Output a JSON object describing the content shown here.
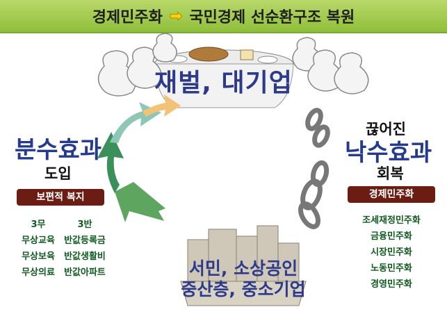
{
  "banner": {
    "left": "경제민주화",
    "right": "국민경제 선순환구조 복원",
    "arrow_icon": "right-arrow-icon"
  },
  "top": {
    "title": "재벌, 대기업"
  },
  "left": {
    "title": "분수효과",
    "subtitle": "도입",
    "pill": "보편적 복지",
    "col1": [
      "3무",
      "무상교육",
      "무상보육",
      "무상의료"
    ],
    "col2": [
      "3반",
      "반값등록금",
      "반값생활비",
      "반값아파트"
    ]
  },
  "right": {
    "top_label": "끊어진",
    "title": "낙수효과",
    "subtitle": "회복",
    "pill": "경제민주화",
    "items": [
      "조세재정민주화",
      "금융민주화",
      "시장민주화",
      "노동민주화",
      "경영민주화"
    ]
  },
  "bottom": {
    "line1": "서민, 소상공인",
    "line2": "중산층, 중소기업"
  },
  "colors": {
    "banner": "#9dc84a",
    "title": "#2d3a8c",
    "pill": "#6b1d14",
    "list": "#0e5a1f"
  }
}
